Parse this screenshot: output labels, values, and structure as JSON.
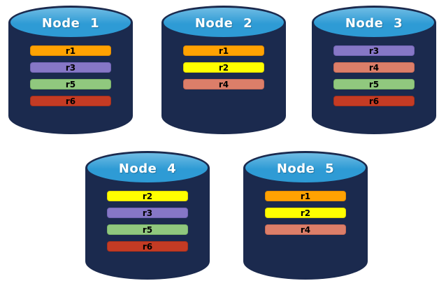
{
  "diagram": {
    "background": "#FFFFFF",
    "cylinder_body_color": "#1B2A4E",
    "cylinder_top_color": "#2E9BD5",
    "title_text_color": "#FFFFFF",
    "bar_text_color": "#000000"
  },
  "replica_colors": {
    "r1": {
      "fill": "#FFA202",
      "border": "#E08A00"
    },
    "r2": {
      "fill": "#FFFF00",
      "border": "#E0D500"
    },
    "r3": {
      "fill": "#8677C6",
      "border": "#7163B3"
    },
    "r4": {
      "fill": "#DC7E69",
      "border": "#C66A56"
    },
    "r5": {
      "fill": "#90C87E",
      "border": "#7BB468"
    },
    "r6": {
      "fill": "#C43B24",
      "border": "#A5301C"
    }
  },
  "nodes": [
    {
      "label": "Node 1",
      "replicas": [
        "r1",
        "r3",
        "r5",
        "r6"
      ]
    },
    {
      "label": "Node 2",
      "replicas": [
        "r1",
        "r2",
        "r4"
      ]
    },
    {
      "label": "Node 3",
      "replicas": [
        "r3",
        "r4",
        "r5",
        "r6"
      ]
    },
    {
      "label": "Node 4",
      "replicas": [
        "r2",
        "r3",
        "r5",
        "r6"
      ]
    },
    {
      "label": "Node 5",
      "replicas": [
        "r1",
        "r2",
        "r4"
      ]
    }
  ]
}
